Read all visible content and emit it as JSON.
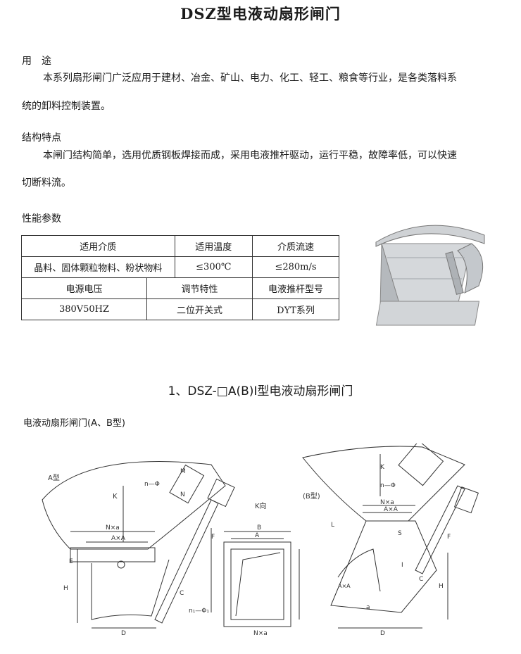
{
  "title": "DSZ型电液动扇形闸门",
  "usage": {
    "heading": "用　途",
    "line1": "本系列扇形闸门广泛应用于建材、冶金、矿山、电力、化工、轻工、粮食等行业，是各类落料系",
    "line2": "统的卸料控制装置。"
  },
  "structure": {
    "heading": "结构特点",
    "line1": "本闸门结构简单，选用优质钢板焊接而成，采用电液推杆驱动，运行平稳，故障率低，可以快速",
    "line2": "切断料流。"
  },
  "performance": {
    "heading": "性能参数",
    "row1": [
      "适用介质",
      "适用温度",
      "介质流速"
    ],
    "row2": [
      "晶料、固体颗粒物料、粉状物料",
      "≤300℃",
      "≤280m/s"
    ],
    "row3": [
      "电源电压",
      "调节特性",
      "电液推杆型号"
    ],
    "row4": [
      "380V50HZ",
      "二位开关式",
      "DYT系列"
    ]
  },
  "section2": "1、DSZ-□A(B)Ⅰ型电液动扇形闸门",
  "subtitle": "电液动扇形闸门(A、B型)",
  "drawing": {
    "a_type": "A型",
    "b_type": "(B型)",
    "k_view": "K向",
    "labels": {
      "K": "K",
      "n_phi": "n—Φ",
      "Nxa": "N×a",
      "AxA": "A×A",
      "E": "E",
      "H": "H",
      "D": "D",
      "C": "C",
      "F": "F",
      "M": "M",
      "N": "N",
      "B": "B",
      "A": "A",
      "n1_phi1": "n₁—Φ₁",
      "L": "L",
      "S": "S",
      "I": "I",
      "alpha": "a"
    }
  },
  "colors": {
    "text": "#1a1a1a",
    "line": "#333333",
    "gate_body": "#c9ccd0"
  }
}
